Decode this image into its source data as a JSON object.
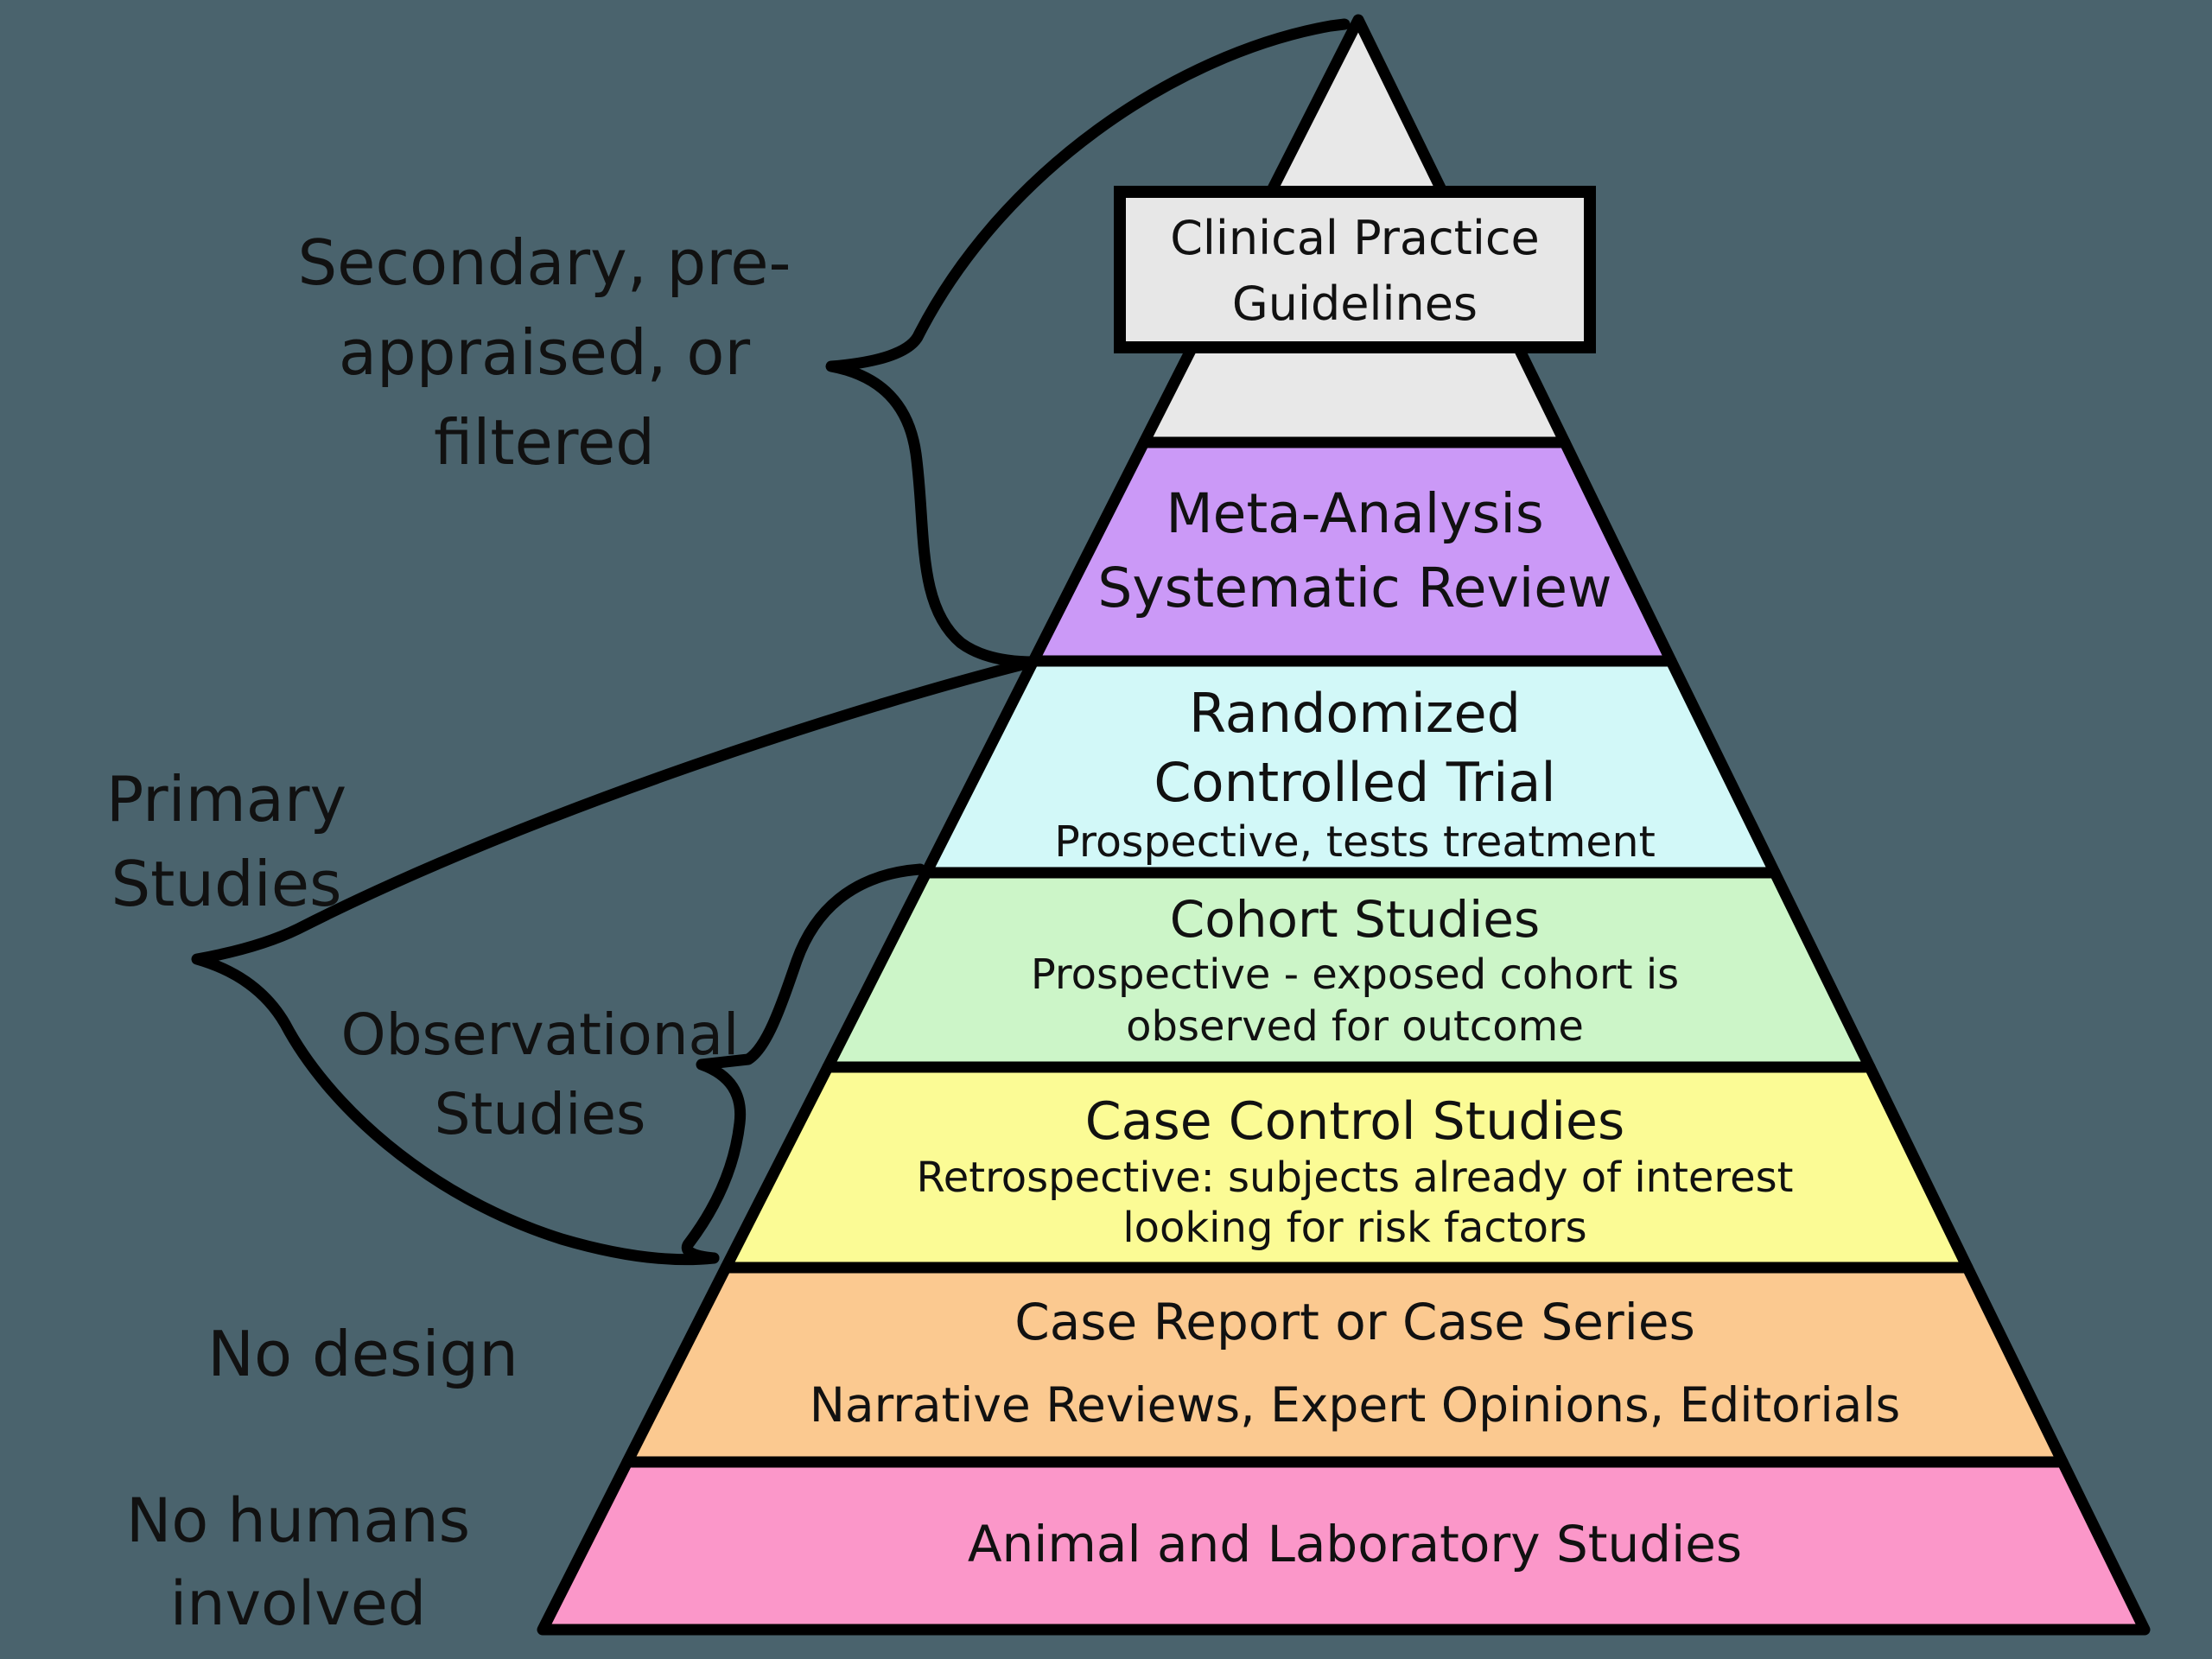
{
  "colors": {
    "background": "#4a636d",
    "ink": "#111111",
    "line": "#000000",
    "apex_fill": "#e8e8e8",
    "guidelines_box_fill": "#e7e7e7"
  },
  "side_labels": {
    "secondary": {
      "lines": [
        "Secondary, pre-",
        "appraised, or",
        "filtered"
      ]
    },
    "primary": {
      "lines": [
        "Primary",
        "Studies"
      ]
    },
    "observational": {
      "lines": [
        "Observational",
        "Studies"
      ]
    },
    "no_design": {
      "lines": [
        "No design"
      ]
    },
    "no_humans": {
      "lines": [
        "No humans",
        "involved"
      ]
    }
  },
  "apex_box": {
    "lines": [
      "Clinical Practice",
      "Guidelines"
    ]
  },
  "tiers": [
    {
      "name": "meta-analysis",
      "fill": "#cb99f7",
      "title_lines": [
        "Meta-Analysis",
        "Systematic Review"
      ],
      "subtitle_lines": []
    },
    {
      "name": "randomized-controlled-trial",
      "fill": "#d2f8f8",
      "title_lines": [
        "Randomized",
        "Controlled Trial"
      ],
      "subtitle_lines": [
        "Prospective, tests treatment"
      ]
    },
    {
      "name": "cohort-studies",
      "fill": "#ccf5c8",
      "title_lines": [
        "Cohort Studies"
      ],
      "subtitle_lines": [
        "Prospective - exposed cohort is",
        "observed for outcome"
      ]
    },
    {
      "name": "case-control-studies",
      "fill": "#fbfb95",
      "title_lines": [
        "Case Control Studies"
      ],
      "subtitle_lines": [
        "Retrospective: subjects already of interest",
        "looking for risk factors"
      ]
    },
    {
      "name": "case-report-case-series",
      "fill": "#fbc990",
      "title_lines": [
        "Case Report or Case Series"
      ],
      "subtitle_lines": [
        "Narrative Reviews, Expert Opinions, Editorials"
      ]
    },
    {
      "name": "animal-laboratory-studies",
      "fill": "#fb97c9",
      "title_lines": [
        "Animal and Laboratory Studies"
      ],
      "subtitle_lines": []
    }
  ]
}
